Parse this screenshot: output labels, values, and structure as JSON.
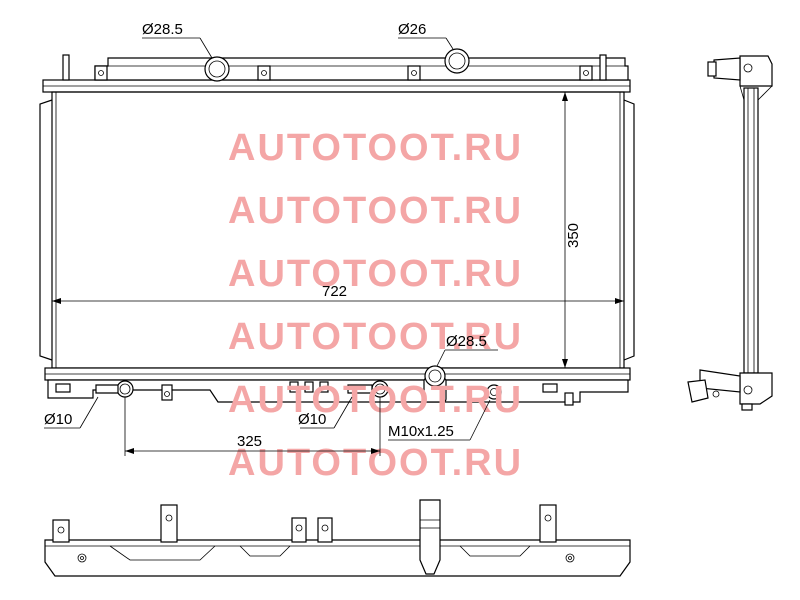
{
  "labels": {
    "upper_inlet_diameter": "Ø28.5",
    "filler_neck_diameter": "Ø26",
    "core_height": "350",
    "core_width": "722",
    "lower_outlet_diameter": "Ø28.5",
    "left_pipe_diameter": "Ø10",
    "right_pipe_diameter": "Ø10",
    "pipe_spacing": "325",
    "drain_thread": "M10x1.25"
  },
  "watermark": {
    "text": "AUTOTOOT.RU",
    "color": "#f4a6a6",
    "repeat": 6
  }
}
